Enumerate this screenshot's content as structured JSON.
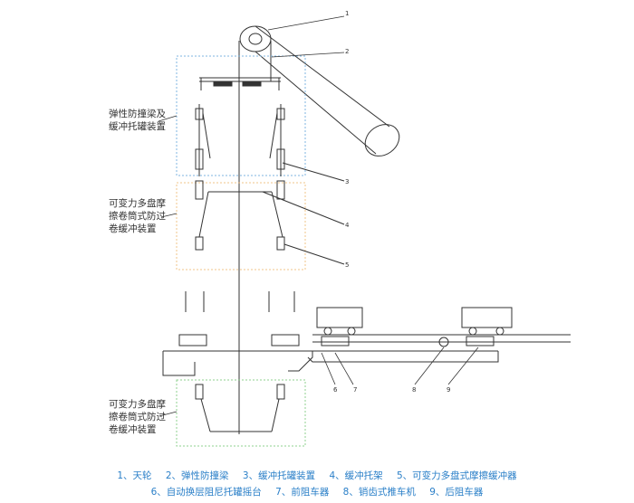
{
  "labels": {
    "box1": [
      "弹性防撞梁及",
      "缓冲托罐装置"
    ],
    "box2": [
      "可变力多盘摩",
      "擦卷筒式防过",
      "卷缓冲装置"
    ],
    "box3": [
      "可变力多盘摩",
      "擦卷筒式防过",
      "卷缓冲装置"
    ]
  },
  "callouts": [
    "1",
    "2",
    "3",
    "4",
    "5",
    "6",
    "7",
    "8",
    "9"
  ],
  "legend": {
    "row1": [
      "1、天轮",
      "2、弹性防撞梁",
      "3、缓冲托罐装置",
      "4、缓冲托架",
      "5、可变力多盘式摩擦缓冲器"
    ],
    "row2": [
      "6、自动换层阻尼托罐摇台",
      "7、前阻车器",
      "8、销齿式推车机",
      "9、后阻车器"
    ]
  },
  "colors": {
    "blue_frame": "#7fb6e0",
    "orange_frame": "#f2c48a",
    "green_frame": "#8fd08f",
    "legend_text": "#2a7fc8",
    "line": "#333333"
  }
}
